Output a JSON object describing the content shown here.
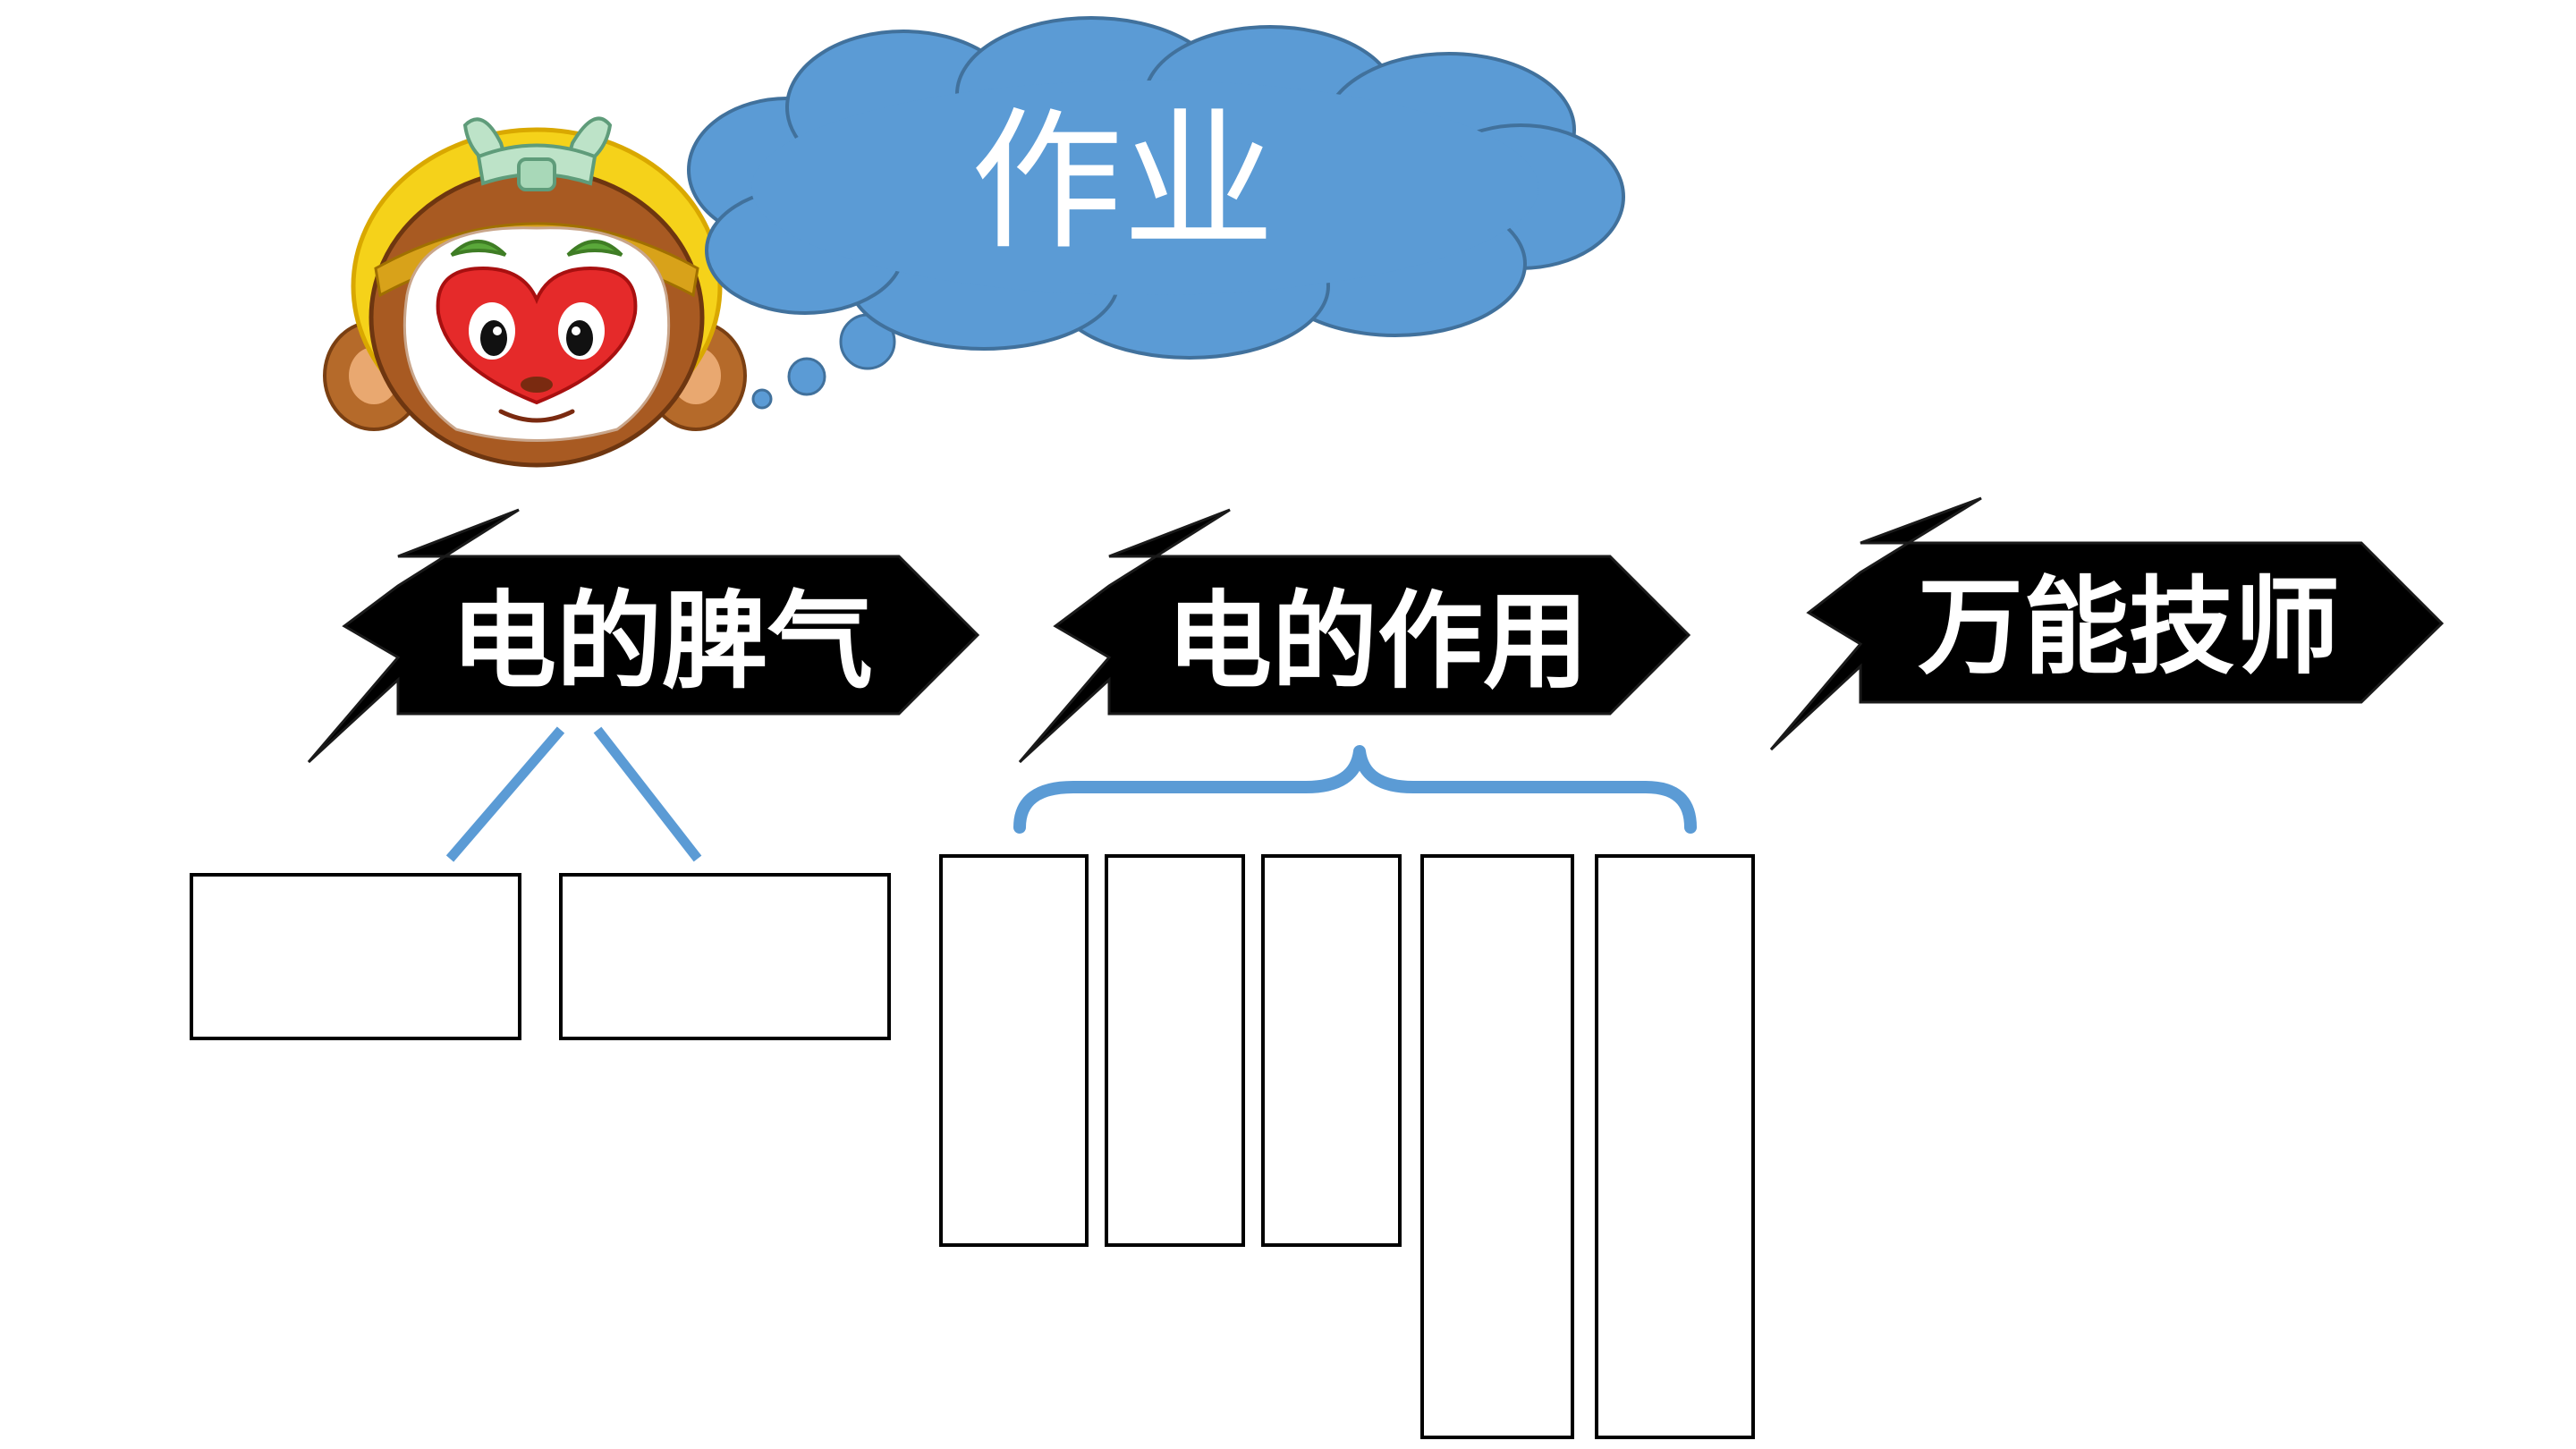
{
  "cloud": {
    "title": "作业"
  },
  "tags": [
    {
      "label": "电的脾气"
    },
    {
      "label": "电的作用"
    },
    {
      "label": "万能技师"
    }
  ],
  "colors": {
    "cloud_fill": "#5b9bd5",
    "cloud_stroke": "#41719c",
    "tag_fill": "#000000",
    "connector": "#5b9bd5",
    "box_stroke": "#000000"
  },
  "illustration": {
    "name": "monkey-king-mascot"
  }
}
